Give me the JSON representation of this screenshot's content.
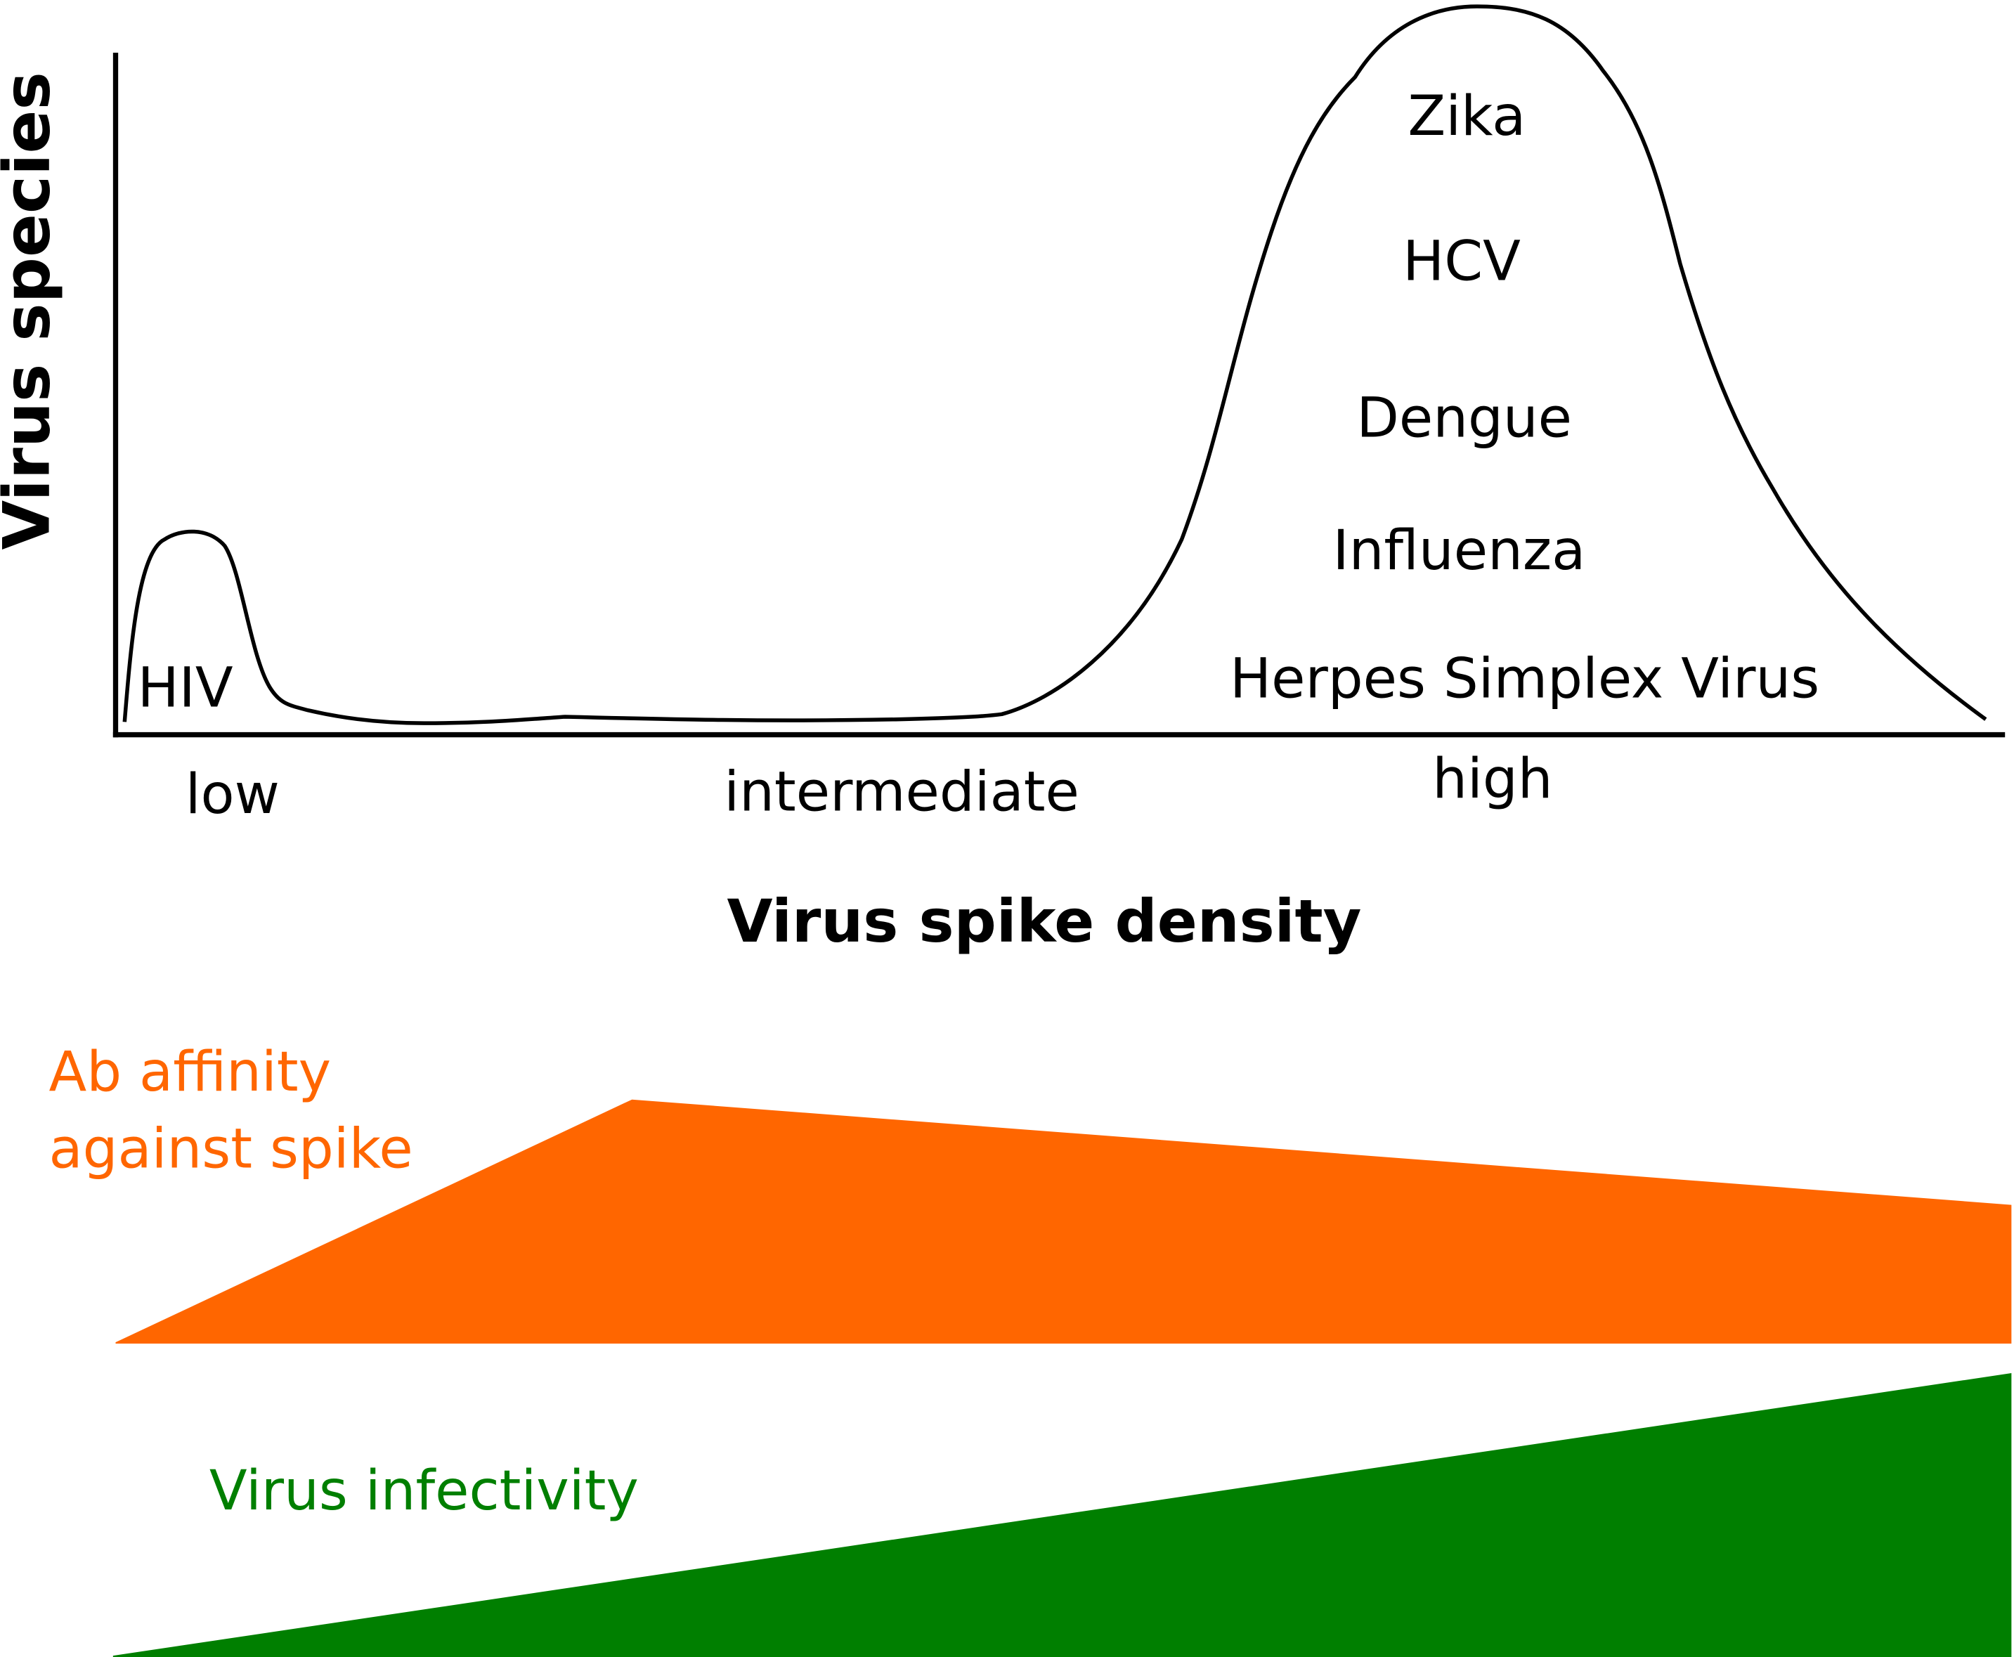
{
  "chart_data": {
    "type": "area",
    "title": "",
    "xlabel": "Virus spike density",
    "ylabel": "Virus species",
    "x_ticks": [
      "low",
      "intermediate",
      "high"
    ],
    "distribution": [
      {
        "region": "low",
        "relative_height": 0.28,
        "species": [
          "HIV"
        ]
      },
      {
        "region": "intermediate",
        "relative_height": 0.02,
        "species": []
      },
      {
        "region": "high",
        "relative_height": 1.0,
        "species": [
          "Zika",
          "HCV",
          "Dengue",
          "Influenza",
          "Herpes Simplex Virus"
        ]
      }
    ],
    "gradients": [
      {
        "name": "Ab affinity against spike",
        "color": "#FF6600",
        "shape": "rises from 0 at low density to a maximum near low-intermediate, then declines slowly toward high density",
        "relative_values": {
          "low": 0.0,
          "peak": 1.0,
          "high": 0.55
        }
      },
      {
        "name": "Virus infectivity",
        "color": "#007F00",
        "shape": "increases linearly from low to high spike density",
        "relative_values": {
          "low": 0.0,
          "high": 1.0
        }
      }
    ],
    "grid": false,
    "legend": "none"
  },
  "axes": {
    "y_label": "Virus species",
    "x_label": "Virus spike density",
    "x_ticks": {
      "low": "low",
      "intermediate": "intermediate",
      "high": "high"
    }
  },
  "curve_labels": {
    "hiv": "HIV",
    "zika": "Zika",
    "hcv": "HCV",
    "dengue": "Dengue",
    "influenza": "Influenza",
    "hsv": "Herpes Simplex Virus"
  },
  "gradients": {
    "ab_affinity": {
      "line1": "Ab affinity",
      "line2": "against spike",
      "color": "#FF6600"
    },
    "infectivity": {
      "label": "Virus infectivity",
      "color": "#007F00"
    }
  }
}
